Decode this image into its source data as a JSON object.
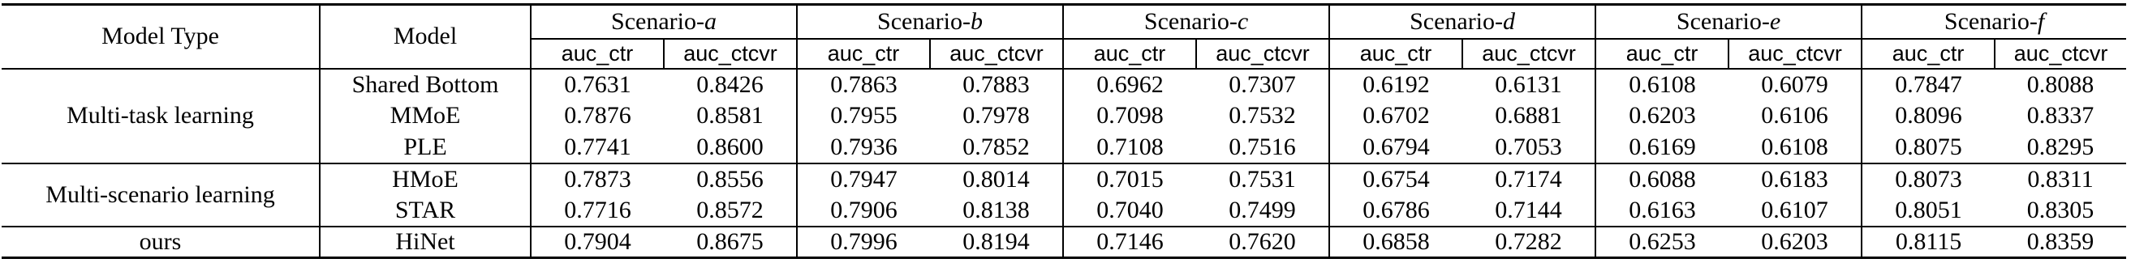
{
  "table": {
    "header": {
      "model_type": "Model Type",
      "model": "Model",
      "scenario_prefix": "Scenario-",
      "scenarios": [
        "a",
        "b",
        "c",
        "d",
        "e",
        "f"
      ],
      "metrics": [
        "auc_ctr",
        "auc_ctcvr"
      ]
    },
    "groups": [
      {
        "label": "Multi-task learning",
        "rows": [
          {
            "model": "Shared Bottom",
            "values": [
              "0.7631",
              "0.8426",
              "0.7863",
              "0.7883",
              "0.6962",
              "0.7307",
              "0.6192",
              "0.6131",
              "0.6108",
              "0.6079",
              "0.7847",
              "0.8088"
            ]
          },
          {
            "model": "MMoE",
            "values": [
              "0.7876",
              "0.8581",
              "0.7955",
              "0.7978",
              "0.7098",
              "0.7532",
              "0.6702",
              "0.6881",
              "0.6203",
              "0.6106",
              "0.8096",
              "0.8337"
            ]
          },
          {
            "model": "PLE",
            "values": [
              "0.7741",
              "0.8600",
              "0.7936",
              "0.7852",
              "0.7108",
              "0.7516",
              "0.6794",
              "0.7053",
              "0.6169",
              "0.6108",
              "0.8075",
              "0.8295"
            ]
          }
        ]
      },
      {
        "label": "Multi-scenario learning",
        "rows": [
          {
            "model": "HMoE",
            "values": [
              "0.7873",
              "0.8556",
              "0.7947",
              "0.8014",
              "0.7015",
              "0.7531",
              "0.6754",
              "0.7174",
              "0.6088",
              "0.6183",
              "0.8073",
              "0.8311"
            ]
          },
          {
            "model": "STAR",
            "values": [
              "0.7716",
              "0.8572",
              "0.7906",
              "0.8138",
              "0.7040",
              "0.7499",
              "0.6786",
              "0.7144",
              "0.6163",
              "0.6107",
              "0.8051",
              "0.8305"
            ]
          }
        ]
      },
      {
        "label": "ours",
        "bold": true,
        "rows": [
          {
            "model": "HiNet",
            "values": [
              "0.7904",
              "0.8675",
              "0.7996",
              "0.8194",
              "0.7146",
              "0.7620",
              "0.6858",
              "0.7282",
              "0.6253",
              "0.6203",
              "0.8115",
              "0.8359"
            ]
          }
        ]
      }
    ]
  }
}
